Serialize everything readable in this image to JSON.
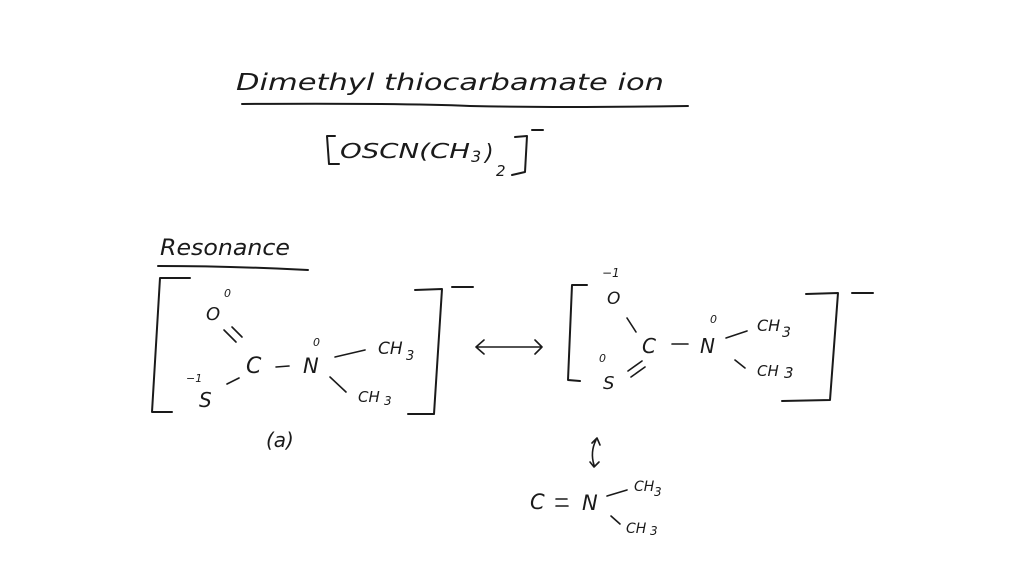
{
  "title": {
    "text": "Dimethyl thiocarbamate ion"
  },
  "formula": {
    "text": "[OSCN(CH3)2]",
    "charge": "−",
    "body": "OSCN(CH",
    "sub3": "3",
    "close": ")",
    "sub2": "2"
  },
  "resonance": {
    "heading": "Resonance",
    "arrow": "⟷",
    "structure_a": {
      "label": "(a)",
      "charge": "−",
      "atoms": {
        "O": "O",
        "O_formal": "0",
        "C": "C",
        "N": "N",
        "N_formal": "0",
        "S": "S",
        "S_formal": "−1",
        "CH3_top": "CH3",
        "CH3_bottom": "CH3"
      },
      "bonds": {
        "C_O": "double",
        "C_S": "single",
        "C_N": "single"
      }
    },
    "structure_b": {
      "charge": "−",
      "atoms": {
        "O": "O",
        "O_formal": "−1",
        "C": "C",
        "N": "N",
        "N_formal": "0",
        "S": "S",
        "S_formal": "0",
        "CH3_top": "CH3",
        "CH3_bottom": "CH3"
      },
      "bonds": {
        "C_O": "single",
        "C_S": "double",
        "C_N": "single"
      }
    },
    "fragment": {
      "arrow": "↕",
      "C": "C",
      "bond": "=",
      "N": "N",
      "CH3_top": "CH3",
      "CH3_bottom": "CH3"
    }
  },
  "text_parts": {
    "CH": "CH",
    "H": "H",
    "three": "3"
  }
}
